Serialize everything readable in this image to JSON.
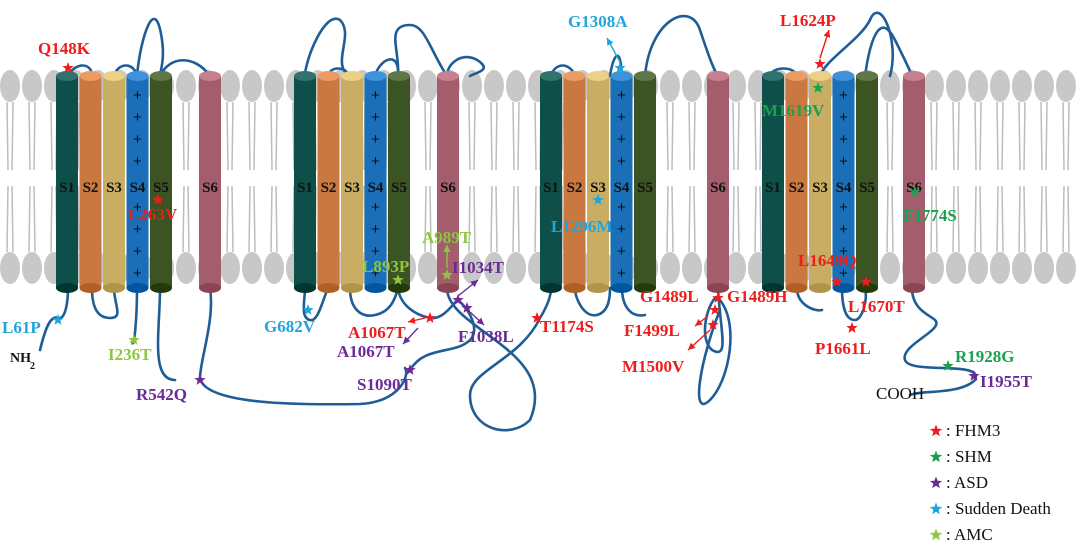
{
  "terminals": {
    "n_main": "NH",
    "n_sub": "2",
    "c": "COOH"
  },
  "segments": [
    "S1",
    "S2",
    "S3",
    "S4",
    "S5",
    "S6"
  ],
  "charge_symbol": "+",
  "colors": {
    "S1": "#0e4f4a",
    "S2": "#c9783f",
    "S3": "#c8ad63",
    "S4": "#1a6fb8",
    "S5": "#3c5323",
    "S6": "#a35d6c",
    "loop": "#1e5d96",
    "lipid": "#c8c8c8",
    "FHM3": "#ee1c1c",
    "SHM": "#1aa150",
    "ASD": "#6a2b96",
    "Sudden Death": "#1fa5dc",
    "AMC": "#8dc63f"
  },
  "mutations": [
    {
      "label": "Q148K",
      "category": "FHM3"
    },
    {
      "label": "L263V",
      "category": "FHM3"
    },
    {
      "label": "L61P",
      "category": "Sudden Death"
    },
    {
      "label": "I236T",
      "category": "AMC"
    },
    {
      "label": "R542Q",
      "category": "ASD"
    },
    {
      "label": "G682V",
      "category": "Sudden Death"
    },
    {
      "label": "L893P",
      "category": "AMC"
    },
    {
      "label": "A989T",
      "category": "AMC"
    },
    {
      "label": "I1034T",
      "category": "ASD"
    },
    {
      "label": "A1067T",
      "category": "FHM3"
    },
    {
      "label": "A1067T",
      "category": "ASD"
    },
    {
      "label": "F1038L",
      "category": "ASD"
    },
    {
      "label": "S1090T",
      "category": "ASD"
    },
    {
      "label": "T1174S",
      "category": "FHM3"
    },
    {
      "label": "G1308A",
      "category": "Sudden Death"
    },
    {
      "label": "L1296M",
      "category": "Sudden Death"
    },
    {
      "label": "G1489L",
      "category": "FHM3"
    },
    {
      "label": "G1489H",
      "category": "FHM3"
    },
    {
      "label": "F1499L",
      "category": "FHM3"
    },
    {
      "label": "M1500V",
      "category": "FHM3"
    },
    {
      "label": "L1624P",
      "category": "FHM3"
    },
    {
      "label": "M1619V",
      "category": "SHM"
    },
    {
      "label": "L1649Q",
      "category": "FHM3"
    },
    {
      "label": "L1670T",
      "category": "FHM3"
    },
    {
      "label": "P1661L",
      "category": "FHM3"
    },
    {
      "label": "F1774S",
      "category": "SHM"
    },
    {
      "label": "R1928G",
      "category": "SHM"
    },
    {
      "label": "I1955T",
      "category": "ASD"
    }
  ],
  "legend": [
    {
      "name": "FHM3",
      "text": ": FHM3"
    },
    {
      "name": "SHM",
      "text": ": SHM"
    },
    {
      "name": "ASD",
      "text": ": ASD"
    },
    {
      "name": "Sudden Death",
      "text": ": Sudden Death"
    },
    {
      "name": "AMC",
      "text": ": AMC"
    }
  ]
}
